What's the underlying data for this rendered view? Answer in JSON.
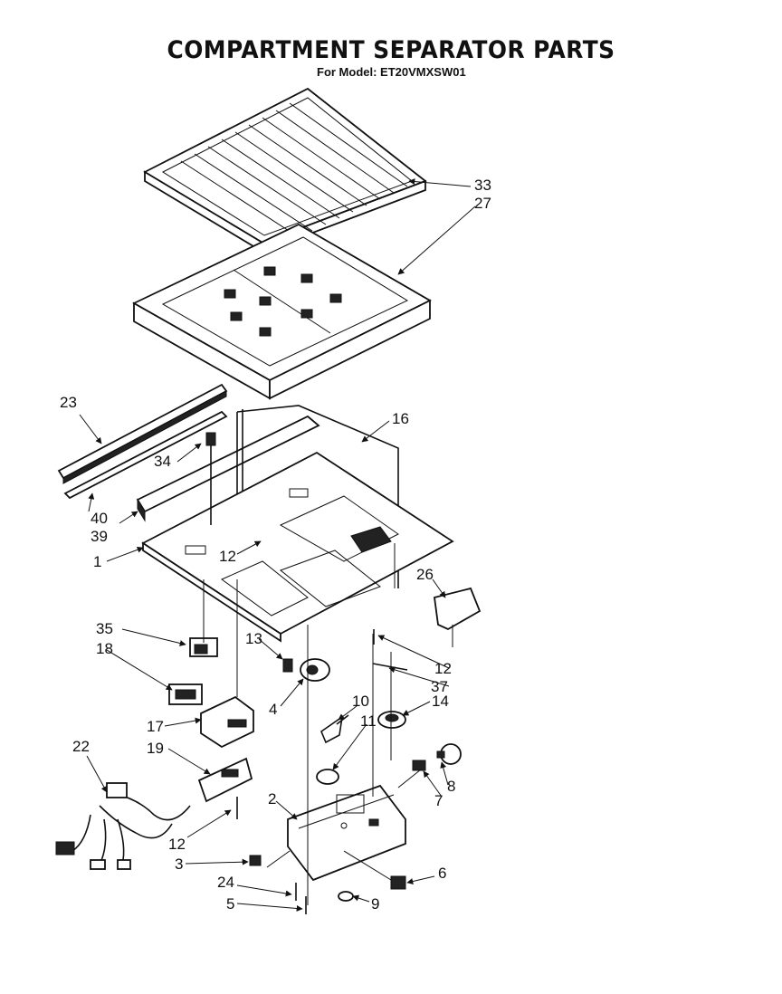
{
  "title": "COMPARTMENT SEPARATOR  PARTS",
  "subtitle": "For Model: ET20VMXSW01",
  "callouts": {
    "p33": "33",
    "p27": "27",
    "p23": "23",
    "p16": "16",
    "p34": "34",
    "p40": "40",
    "p39": "39",
    "p12a": "12",
    "p1": "1",
    "p26": "26",
    "p35": "35",
    "p18": "18",
    "p13": "13",
    "p12b": "12",
    "p37": "37",
    "p4": "4",
    "p10": "10",
    "p11": "11",
    "p14": "14",
    "p17": "17",
    "p19": "19",
    "p22": "22",
    "p8": "8",
    "p7": "7",
    "p2": "2",
    "p12c": "12",
    "p3": "3",
    "p6": "6",
    "p24": "24",
    "p5": "5",
    "p9": "9"
  }
}
